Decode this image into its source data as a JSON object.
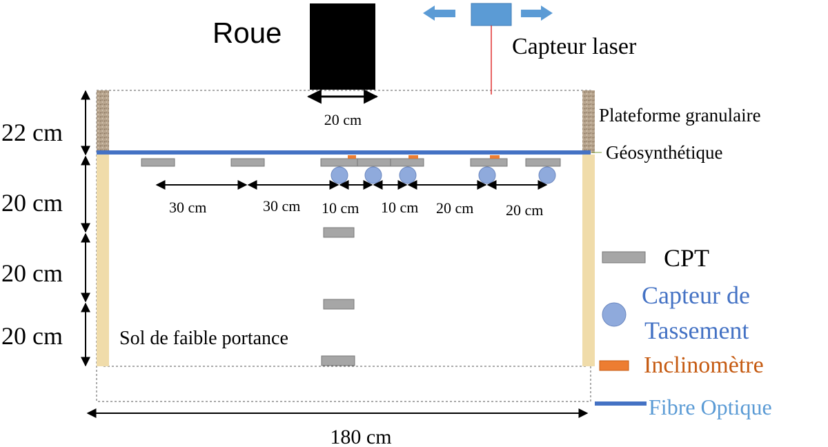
{
  "labels": {
    "wheel": "Roue",
    "laser_sensor": "Capteur laser",
    "wheel_width": "20 cm",
    "granular_platform": "Plateforme granulaire",
    "geosynthetic": "Géosynthétique",
    "soft_soil": "Sol de faible portance",
    "total_width": "180 cm"
  },
  "depths": [
    "22 cm",
    "20 cm",
    "20 cm",
    "20 cm"
  ],
  "spacings": [
    "30 cm",
    "30 cm",
    "10 cm",
    "10 cm",
    "20 cm",
    "20 cm"
  ],
  "legend": {
    "cpt": "CPT",
    "settlement_line1": "Capteur de",
    "settlement_line2": "Tassement",
    "inclinometer": "Inclinomètre",
    "optical_fiber": "Fibre Optique"
  },
  "colors": {
    "cpt": "#a6a6a6",
    "settlement": "#8faadc",
    "inclinometer": "#ed7d31",
    "fiber": "#4472c4",
    "laser": "#5b9bd5",
    "laser_beam": "#e03030",
    "settlement_text": "#4472c4",
    "inclinometer_text": "#c55a11",
    "fiber_text": "#5b9bd5",
    "soil_wall": "#f0dcaa",
    "gravel_wall": "#b8a48c"
  }
}
